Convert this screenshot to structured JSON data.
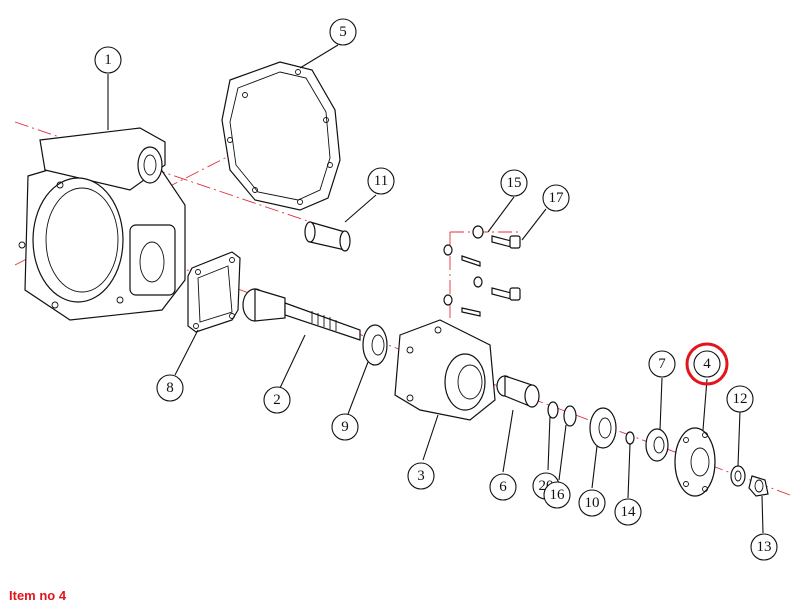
{
  "caption": "Item no 4",
  "highlight_color": "#e3141b",
  "centerline_color": "#e0303a",
  "selected_item": "4",
  "callouts": [
    {
      "id": "1",
      "label": "1"
    },
    {
      "id": "2",
      "label": "2"
    },
    {
      "id": "3",
      "label": "3"
    },
    {
      "id": "4",
      "label": "4"
    },
    {
      "id": "5",
      "label": "5"
    },
    {
      "id": "6",
      "label": "6"
    },
    {
      "id": "7",
      "label": "7"
    },
    {
      "id": "8",
      "label": "8"
    },
    {
      "id": "9",
      "label": "9"
    },
    {
      "id": "10",
      "label": "10"
    },
    {
      "id": "11",
      "label": "11"
    },
    {
      "id": "12",
      "label": "12"
    },
    {
      "id": "13",
      "label": "13"
    },
    {
      "id": "14",
      "label": "14"
    },
    {
      "id": "15",
      "label": "15"
    },
    {
      "id": "16",
      "label": "16"
    },
    {
      "id": "17",
      "label": "17"
    },
    {
      "id": "20",
      "label": "20"
    }
  ]
}
